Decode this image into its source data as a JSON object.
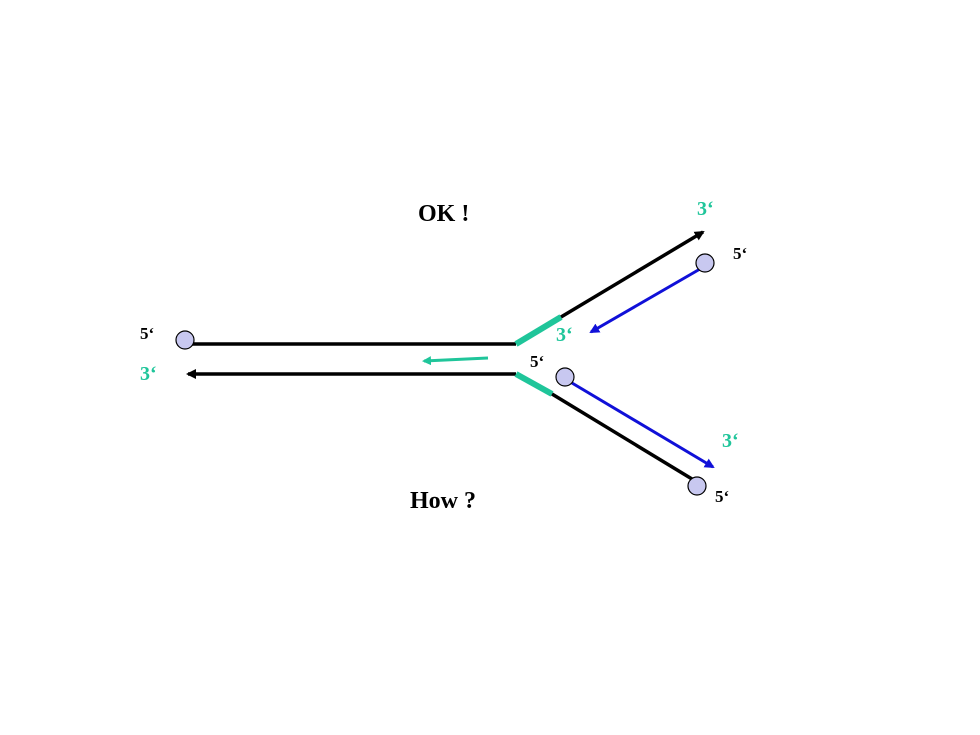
{
  "headings": {
    "top": "OK !",
    "bottom": "How ?"
  },
  "labels": {
    "left_top_5": "5‘",
    "left_bottom_3": "3‘",
    "mid_3": "3‘",
    "mid_5": "5‘",
    "upper_arm_3": "3‘",
    "upper_arm_5": "5‘",
    "lower_arm_3": "3‘",
    "lower_arm_5": "5‘"
  },
  "colors": {
    "parent_strand": "#000000",
    "new_strand": "#1010d8",
    "primer": "#1fc59a",
    "label_green": "#1fc59a",
    "end_circle_fill": "#c8c8f0"
  }
}
